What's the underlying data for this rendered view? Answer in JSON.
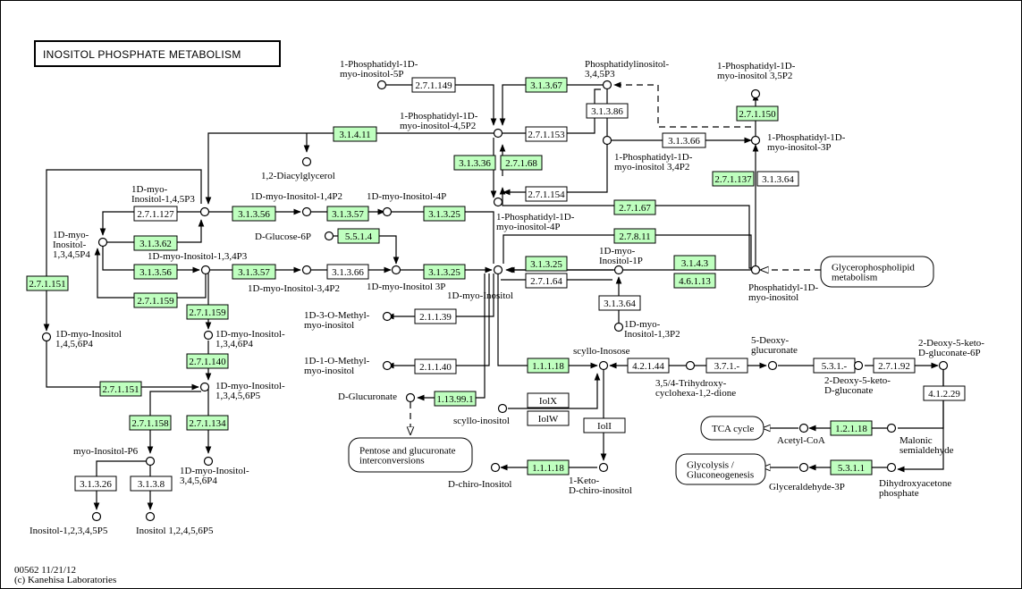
{
  "title": "INOSITOL PHOSPHATE METABOLISM",
  "footer": {
    "line1": "00562 11/21/12",
    "line2": "(c) Kanehisa Laboratories"
  },
  "colors": {
    "enzyme_present": "#bfffbf",
    "enzyme_absent": "#ffffff",
    "line": "#000000",
    "background": "#ffffff"
  },
  "enzymes": [
    {
      "id": "e_271149",
      "label": "2.7.1.149",
      "on": false
    },
    {
      "id": "e_31367",
      "label": "3.1.3.67",
      "on": true
    },
    {
      "id": "e_31386",
      "label": "3.1.3.86",
      "on": false
    },
    {
      "id": "e_271150",
      "label": "2.7.1.150",
      "on": true
    },
    {
      "id": "e_31411",
      "label": "3.1.4.11",
      "on": true
    },
    {
      "id": "e_271153",
      "label": "2.7.1.153",
      "on": false
    },
    {
      "id": "e_31366",
      "label": "3.1.3.66",
      "on": false
    },
    {
      "id": "e_31336",
      "label": "3.1.3.36",
      "on": true
    },
    {
      "id": "e_27168",
      "label": "2.7.1.68",
      "on": true
    },
    {
      "id": "e_271137",
      "label": "2.7.1.137",
      "on": true
    },
    {
      "id": "e_31364",
      "label": "3.1.3.64",
      "on": false
    },
    {
      "id": "e_271154",
      "label": "2.7.1.154",
      "on": false
    },
    {
      "id": "e_271127",
      "label": "2.7.1.127",
      "on": false
    },
    {
      "id": "e_31356a",
      "label": "3.1.3.56",
      "on": true
    },
    {
      "id": "e_31357a",
      "label": "3.1.3.57",
      "on": true
    },
    {
      "id": "e_31325a",
      "label": "3.1.3.25",
      "on": true
    },
    {
      "id": "e_27167",
      "label": "2.7.1.67",
      "on": true
    },
    {
      "id": "e_5514",
      "label": "5.5.1.4",
      "on": true
    },
    {
      "id": "e_31362",
      "label": "3.1.3.62",
      "on": true
    },
    {
      "id": "e_27811",
      "label": "2.7.8.11",
      "on": true
    },
    {
      "id": "e_31356b",
      "label": "3.1.3.56",
      "on": true
    },
    {
      "id": "e_31357b",
      "label": "3.1.3.57",
      "on": true
    },
    {
      "id": "e_31366b",
      "label": "3.1.3.66",
      "on": false
    },
    {
      "id": "e_31325b",
      "label": "3.1.3.25",
      "on": true
    },
    {
      "id": "e_31325c",
      "label": "3.1.3.25",
      "on": true
    },
    {
      "id": "e_27164",
      "label": "2.7.1.64",
      "on": false
    },
    {
      "id": "e_3143",
      "label": "3.1.4.3",
      "on": true
    },
    {
      "id": "e_46113",
      "label": "4.6.1.13",
      "on": true
    },
    {
      "id": "e_271151a",
      "label": "2.7.1.151",
      "on": true
    },
    {
      "id": "e_271159a",
      "label": "2.7.1.159",
      "on": true
    },
    {
      "id": "e_31364b",
      "label": "3.1.3.64",
      "on": false
    },
    {
      "id": "e_271159b",
      "label": "2.7.1.159",
      "on": true
    },
    {
      "id": "e_21139",
      "label": "2.1.1.39",
      "on": false
    },
    {
      "id": "e_271140",
      "label": "2.7.1.140",
      "on": true
    },
    {
      "id": "e_21140",
      "label": "2.1.1.40",
      "on": false
    },
    {
      "id": "e_11118a",
      "label": "1.1.1.18",
      "on": true
    },
    {
      "id": "e_42144",
      "label": "4.2.1.44",
      "on": false
    },
    {
      "id": "e_371",
      "label": "3.7.1.-",
      "on": false
    },
    {
      "id": "e_531",
      "label": "5.3.1.-",
      "on": false
    },
    {
      "id": "e_27192",
      "label": "2.7.1.92",
      "on": false
    },
    {
      "id": "e_271151b",
      "label": "2.7.1.151",
      "on": true
    },
    {
      "id": "e_113991",
      "label": "1.13.99.1",
      "on": true
    },
    {
      "id": "e_IolX",
      "label": "IolX",
      "on": false
    },
    {
      "id": "e_IolW",
      "label": "IolW",
      "on": false
    },
    {
      "id": "e_41229",
      "label": "4.1.2.29",
      "on": false
    },
    {
      "id": "e_271158",
      "label": "2.7.1.158",
      "on": true
    },
    {
      "id": "e_271134",
      "label": "2.7.1.134",
      "on": true
    },
    {
      "id": "e_IolI",
      "label": "IolI",
      "on": false
    },
    {
      "id": "e_12118",
      "label": "1.2.1.18",
      "on": true
    },
    {
      "id": "e_31326",
      "label": "3.1.3.26",
      "on": false
    },
    {
      "id": "e_3138",
      "label": "3.1.3.8",
      "on": false
    },
    {
      "id": "e_11118b",
      "label": "1.1.1.18",
      "on": true
    },
    {
      "id": "e_5311",
      "label": "5.3.1.1",
      "on": true
    }
  ],
  "compound_labels": [
    {
      "id": "c_pi5p",
      "lines": [
        "1-Phosphatidyl-1D-",
        "myo-inositol-5P"
      ]
    },
    {
      "id": "c_pip3",
      "lines": [
        "Phosphatidylinositol-",
        "3,4,5P3"
      ]
    },
    {
      "id": "c_pi35p2",
      "lines": [
        "1-Phosphatidyl-1D-",
        "myo-inositol 3,5P2"
      ]
    },
    {
      "id": "c_pi45p2",
      "lines": [
        "1-Phosphatidyl-1D-",
        "myo-inositol-4,5P2"
      ]
    },
    {
      "id": "c_dag",
      "lines": [
        "1,2-Diacylglycerol"
      ]
    },
    {
      "id": "c_pi34p2",
      "lines": [
        "1-Phosphatidyl-1D-",
        "myo-inositol 3,4P2"
      ]
    },
    {
      "id": "c_pi3p",
      "lines": [
        "1-Phosphatidyl-1D-",
        "myo-inositol-3P"
      ]
    },
    {
      "id": "c_ip3_145",
      "lines": [
        "1D-myo-",
        "Inositol-1,4,5P3"
      ]
    },
    {
      "id": "c_ip2_14",
      "lines": [
        "1D-myo-Inositol-1,4P2"
      ]
    },
    {
      "id": "c_ip_4",
      "lines": [
        "1D-myo-Inositol-4P"
      ]
    },
    {
      "id": "c_pi4p",
      "lines": [
        "1-Phosphatidyl-1D-",
        "myo-inositol-4P"
      ]
    },
    {
      "id": "c_ip4_1345",
      "lines": [
        "1D-myo-",
        "Inositol-",
        "1,3,4,5P4"
      ]
    },
    {
      "id": "c_g6p",
      "lines": [
        "D-Glucose-6P"
      ]
    },
    {
      "id": "c_ip1p",
      "lines": [
        "1D-myo-",
        "Inositol-1P"
      ]
    },
    {
      "id": "c_ip3_134",
      "lines": [
        "1D-myo-Inositol-1,3,4P3"
      ]
    },
    {
      "id": "c_ip2_34",
      "lines": [
        "1D-myo-Inositol-3,4P2"
      ]
    },
    {
      "id": "c_ip_3",
      "lines": [
        "1D-myo-Inositol 3P"
      ]
    },
    {
      "id": "c_inositol",
      "lines": [
        "1D-myo-Inositol"
      ]
    },
    {
      "id": "c_pi",
      "lines": [
        "Phosphatidyl-1D-",
        "myo-inositol"
      ]
    },
    {
      "id": "c_ip2_13",
      "lines": [
        "1D-myo-",
        "Inositol-1,3P2"
      ]
    },
    {
      "id": "c_ip4_1456",
      "lines": [
        "1D-myo-Inositol",
        "1,4,5,6P4"
      ]
    },
    {
      "id": "c_ip4_1346",
      "lines": [
        "1D-myo-Inositol-",
        "1,3,4,6P4"
      ]
    },
    {
      "id": "c_methyl3",
      "lines": [
        "1D-3-O-Methyl-",
        "myo-inositol"
      ]
    },
    {
      "id": "c_methyl1",
      "lines": [
        "1D-1-O-Methyl-",
        "myo-inositol"
      ]
    },
    {
      "id": "c_scylloinosose",
      "lines": [
        "scyllo-Inosose"
      ]
    },
    {
      "id": "c_trihydroxy",
      "lines": [
        "3,5/4-Trihydroxy-",
        "cyclohexa-1,2-dione"
      ]
    },
    {
      "id": "c_deoxyglucuronate",
      "lines": [
        "5-Deoxy-",
        "glucuronate"
      ]
    },
    {
      "id": "c_ketogluconate",
      "lines": [
        "2-Deoxy-5-keto-",
        "D-gluconate"
      ]
    },
    {
      "id": "c_ketogluconate6p",
      "lines": [
        "2-Deoxy-5-keto-",
        "D-gluconate-6P"
      ]
    },
    {
      "id": "c_ip5",
      "lines": [
        "1D-myo-Inositol-",
        "1,3,4,5,6P5"
      ]
    },
    {
      "id": "c_glucuronate",
      "lines": [
        "D-Glucuronate"
      ]
    },
    {
      "id": "c_scylloinositol",
      "lines": [
        "scyllo-inositol"
      ]
    },
    {
      "id": "c_acetylcoa",
      "lines": [
        "Acetyl-CoA"
      ]
    },
    {
      "id": "c_malonic",
      "lines": [
        "Malonic",
        "semialdehyde"
      ]
    },
    {
      "id": "c_ip6",
      "lines": [
        "myo-Inositol-P6"
      ]
    },
    {
      "id": "c_ip4_3456",
      "lines": [
        "1D-myo-Inositol-",
        "3,4,5,6P4"
      ]
    },
    {
      "id": "c_ketochiro",
      "lines": [
        "1-Keto-",
        "D-chiro-inositol"
      ]
    },
    {
      "id": "c_chiroinositol",
      "lines": [
        "D-chiro-Inositol"
      ]
    },
    {
      "id": "c_gap",
      "lines": [
        "Glyceraldehyde-3P"
      ]
    },
    {
      "id": "c_dhap",
      "lines": [
        "Dihydroxyacetone",
        "phosphate"
      ]
    },
    {
      "id": "c_ip5_12345",
      "lines": [
        "Inositol-1,2,3,4,5P5"
      ]
    },
    {
      "id": "c_ip5_12456",
      "lines": [
        "Inositol 1,2,4,5,6P5"
      ]
    }
  ],
  "maps": [
    {
      "id": "m_glycero",
      "lines": [
        "Glycerophospholipid",
        "metabolism"
      ]
    },
    {
      "id": "m_pentose",
      "lines": [
        "Pentose and glucuronate",
        "interconversions"
      ]
    },
    {
      "id": "m_tca",
      "lines": [
        "TCA cycle"
      ]
    },
    {
      "id": "m_glyco",
      "lines": [
        "Glycolysis /",
        "Gluconeogenesis"
      ]
    }
  ]
}
